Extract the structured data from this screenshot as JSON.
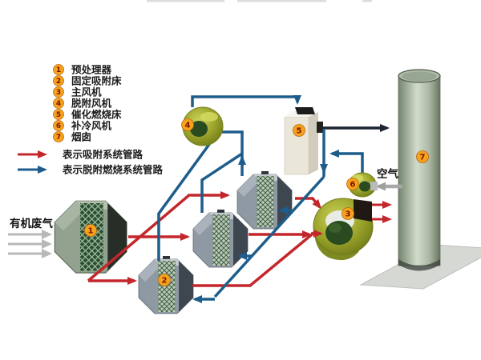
{
  "legend": {
    "items": [
      {
        "num": "1",
        "label": "预处理器"
      },
      {
        "num": "2",
        "label": "固定吸附床"
      },
      {
        "num": "3",
        "label": "主风机"
      },
      {
        "num": "4",
        "label": "脱附风机"
      },
      {
        "num": "5",
        "label": "催化燃烧床"
      },
      {
        "num": "6",
        "label": "补冷风机"
      },
      {
        "num": "7",
        "label": "烟囱"
      }
    ],
    "flows": [
      {
        "label": "表示吸附系统管路",
        "color": "#c4272b"
      },
      {
        "label": "表示脱附燃烧系统管路",
        "color": "#1d5d8c"
      }
    ]
  },
  "labels": {
    "waste_gas": "有机废气",
    "air": "空气"
  },
  "devices": [
    {
      "num": "1",
      "name": "预处理器"
    },
    {
      "num": "2",
      "name": "固定吸附床"
    },
    {
      "num": "3",
      "name": "主风机"
    },
    {
      "num": "4",
      "name": "脱附风机"
    },
    {
      "num": "5",
      "name": "催化燃烧床"
    },
    {
      "num": "6",
      "name": "补冷风机"
    },
    {
      "num": "7",
      "name": "烟囱"
    }
  ],
  "colors": {
    "adsorption_pipe": "#c4272b",
    "desorption_pipe": "#1d5d8c",
    "exhaust_pipe": "#1b2430",
    "waste_gas_arrow": "#b8b8b8",
    "badge": "#f6a21c",
    "fan_olive": "#9aa32a",
    "chimney_green": "#aebbaa"
  }
}
